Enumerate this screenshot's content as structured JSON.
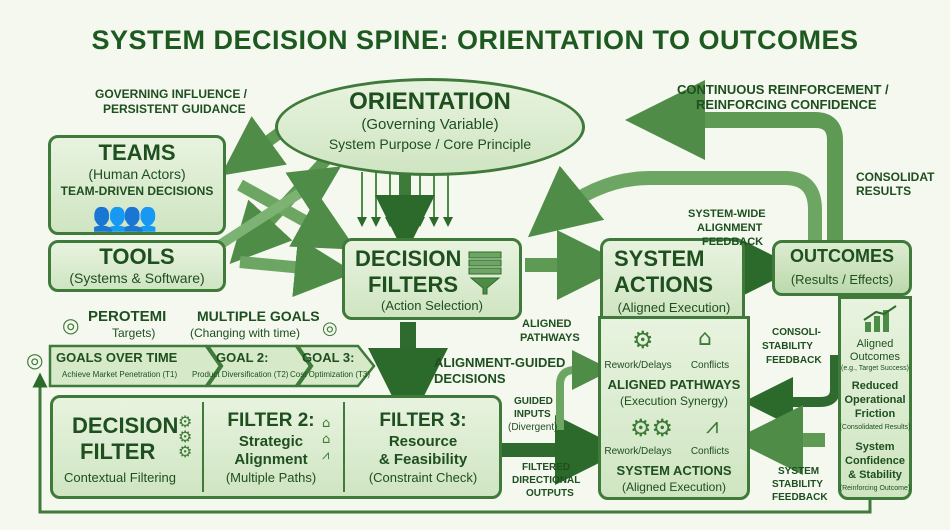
{
  "title": "SYSTEM DECISION SPINE: ORIENTATION TO OUTCOMES",
  "labels": {
    "governing": "GOVERNING INFLUENCE /",
    "persistent": "PERSISTENT GUIDANCE",
    "continuous": "CONTINUOUS REINFORCEMENT /",
    "reinforcing": "REINFORCING CONFIDENCE",
    "consolidat": "CONSOLIDAT",
    "results": "RESULTS",
    "syswide1": "SYSTEM-WIDE",
    "syswide2": "ALIGNMENT",
    "syswide3": "FEEDBACK",
    "aligned_pathways1": "ALIGNED",
    "aligned_pathways2": "PATHWAYS",
    "alignment_guided1": "ALIGNMENT-GUIDED",
    "alignment_guided2": "DECISIONS",
    "guided_inputs1": "GUIDED",
    "guided_inputs2": "INPUTS",
    "guided_inputs3": "(Divergent)",
    "filtered1": "FILTERED",
    "filtered2": "DIRECTIONAL",
    "filtered3": "OUTPUTS",
    "consoli1": "CONSOLI-",
    "consoli2": "STABILITY",
    "consoli3": "FEEDBACK",
    "sysstab1": "SYSTEM",
    "sysstab2": "STABILITY",
    "sysstab3": "FEEDBACK"
  },
  "orientation": {
    "title": "ORIENTATION",
    "sub": "(Governing Variable)",
    "desc": "System Purpose / Core Principle"
  },
  "teams": {
    "title": "TEAMS",
    "sub": "(Human Actors)",
    "desc": "TEAM-DRIVEN DECISIONS"
  },
  "tools": {
    "title": "TOOLS",
    "sub": "(Systems & Software)"
  },
  "decision_filters": {
    "title1": "DECISION",
    "title2": "FILTERS",
    "sub": "(Action Selection)"
  },
  "system_actions": {
    "title1": "SYSTEM",
    "title2": "ACTIONS",
    "sub": "(Aligned Execution)"
  },
  "outcomes": {
    "title": "OUTCOMES",
    "sub": "(Results / Effects)"
  },
  "goals": {
    "perotemi": "PEROTEMI",
    "targets": "Targets)",
    "multiple": "MULTIPLE GOALS",
    "changing": "(Changing with time)",
    "over_time": "GOALS OVER TIME",
    "t1": "Achieve Market Penetration (T1)",
    "goal2": "GOAL 2:",
    "t2": "Product Diversification (T2)",
    "goal3": "GOAL 3:",
    "t3": "Cost Optimization (T3)"
  },
  "filters_row": {
    "f1a": "DECISION",
    "f1b": "FILTER",
    "f1c": "Contextual Filtering",
    "f2a": "FILTER 2:",
    "f2b": "Strategic",
    "f2c": "Alignment",
    "f2d": "(Multiple Paths)",
    "f3a": "FILTER 3:",
    "f3b": "Resource",
    "f3c": "& Feasibility",
    "f3d": "(Constraint Check)"
  },
  "actions_panel": {
    "rework1": "Rework/Delays",
    "conflicts1": "Conflicts",
    "aligned_title": "ALIGNED PATHWAYS",
    "synergy": "(Execution Synergy)",
    "rework2": "Rework/Delays",
    "conflicts2": "Conflicts",
    "sa_title": "SYSTEM ACTIONS",
    "sa_sub": "(Aligned Execution)"
  },
  "outcomes_panel": {
    "aligned": "Aligned",
    "outcomes": "Outcomes",
    "eg": "(e.g., Target Success)",
    "reduced1": "Reduced",
    "reduced2": "Operational",
    "reduced3": "Friction",
    "consolidated": "(Consolidated Results)",
    "conf1": "System",
    "conf2": "Confidence",
    "conf3": "& Stability",
    "reinforcing": "(Reinforcing Outcome)"
  },
  "colors": {
    "dark_green": "#1e5a20",
    "mid_green": "#4c8c45",
    "light_green": "#d6eac9",
    "arrow": "#5f9a55"
  }
}
